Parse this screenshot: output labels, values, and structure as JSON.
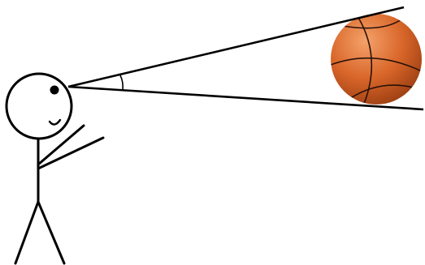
{
  "diagram": {
    "subject": "stick-figure",
    "target": "basketball",
    "angle_marker": "arc",
    "colors": {
      "ink": "#000000",
      "background": "#ffffff",
      "ball_base": "#d9662a",
      "ball_highlight": "#f4a26a",
      "ball_shadow": "#9c3f12",
      "ball_seams": "#2a1208"
    }
  }
}
